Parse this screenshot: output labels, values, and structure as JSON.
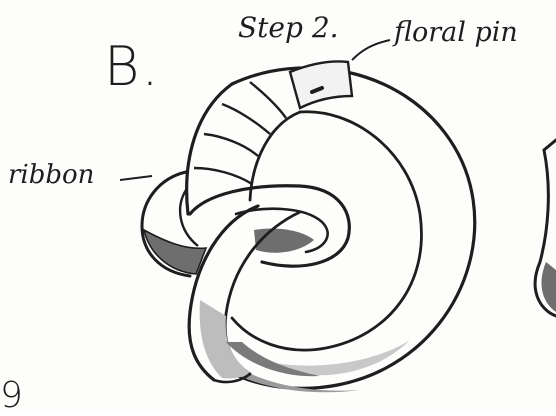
{
  "labels": {
    "panel_letter": "B.",
    "step": "Step 2.",
    "floral_pin": "floral pin",
    "ribbon": "ribbon",
    "figure_number": "9"
  },
  "colors": {
    "ink": "#1e1e1e",
    "shade_dark": "#6e6e6e",
    "shade_light": "#bdbdbd",
    "paper": "#fdfdfb"
  },
  "icons": {
    "bow_illustration": "pencil-sketch of a looped ribbon bow held by a floral pin"
  }
}
